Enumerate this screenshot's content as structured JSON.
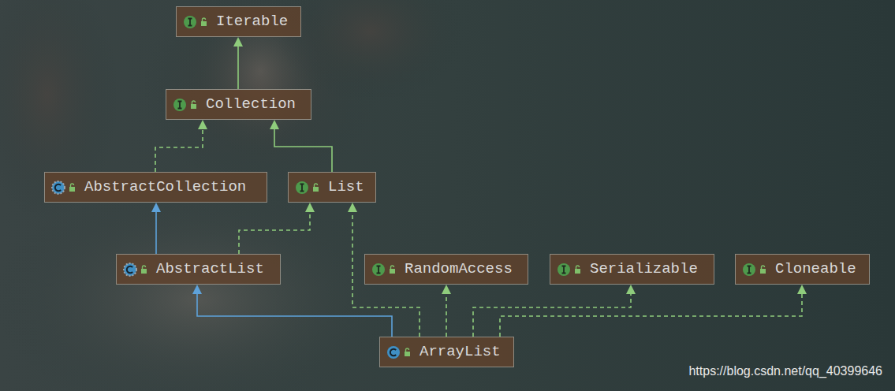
{
  "diagram": {
    "nodes": [
      {
        "text": [
          "Iterable"
        ]
      },
      {
        "text": [
          "Collection"
        ]
      },
      {
        "text": [
          "AbstractCollection"
        ]
      },
      {
        "text": [
          "List"
        ]
      },
      {
        "text": [
          "AbstractList"
        ]
      },
      {
        "text": [
          "RandomAccess"
        ]
      },
      {
        "text": [
          "Serializable"
        ]
      },
      {
        "text": [
          "Cloneable"
        ]
      },
      {
        "text": [
          "ArrayList"
        ]
      }
    ],
    "edges": [
      {
        "from": 1,
        "to": 0,
        "arrow": "to"
      },
      {
        "from": 2,
        "to": 1,
        "arrow": "to"
      },
      {
        "from": 3,
        "to": 1,
        "arrow": "to"
      },
      {
        "from": 4,
        "to": 2,
        "arrow": "to"
      },
      {
        "from": 4,
        "to": 3,
        "arrow": "to"
      },
      {
        "from": 8,
        "to": 4,
        "arrow": "to"
      },
      {
        "from": 8,
        "to": 3,
        "arrow": "to"
      },
      {
        "from": 8,
        "to": 5,
        "arrow": "to"
      },
      {
        "from": 8,
        "to": 6,
        "arrow": "to"
      },
      {
        "from": 8,
        "to": 7,
        "arrow": "to"
      }
    ],
    "labels": [
      "https://blog.csdn.net/qq_40399646"
    ]
  }
}
